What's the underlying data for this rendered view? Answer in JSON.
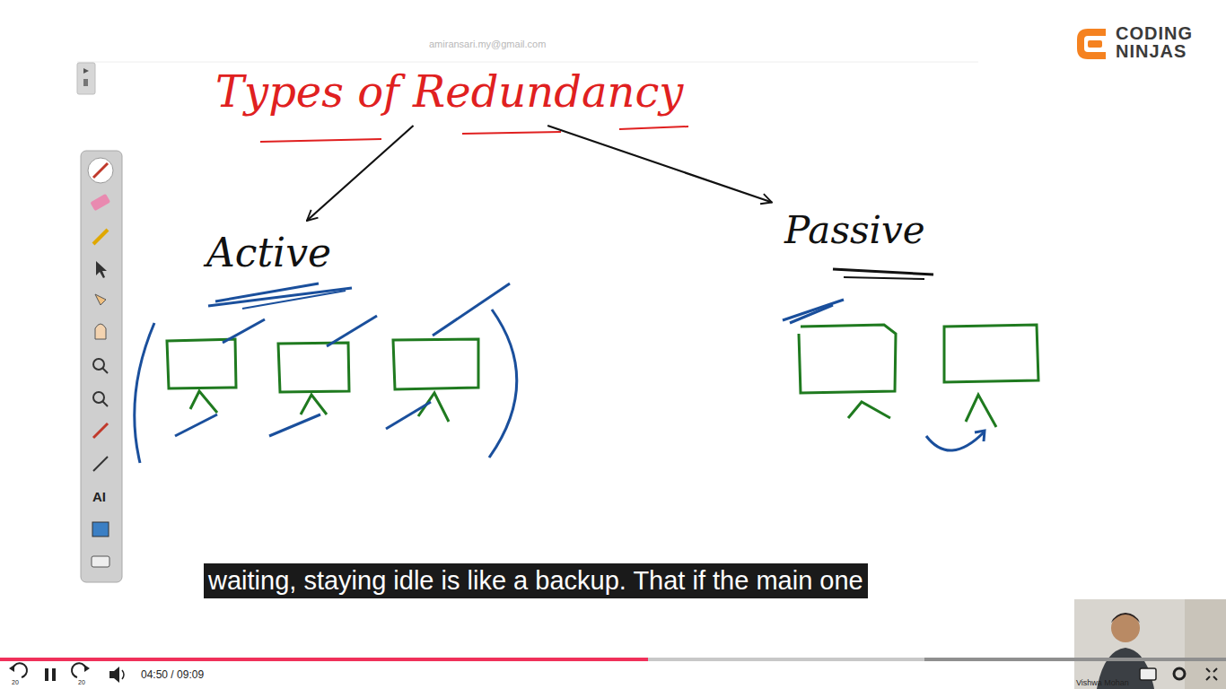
{
  "diagram": {
    "nodes": [
      {
        "text": [
          "Types of Redundancy"
        ]
      },
      {
        "text": [
          "Active"
        ]
      },
      {
        "text": [
          "Passive"
        ]
      }
    ],
    "edges": [
      {
        "from": 0,
        "to": 1,
        "arrow": "to"
      },
      {
        "from": 0,
        "to": 2,
        "arrow": "to"
      }
    ],
    "labels": [
      "amiransari.my@gmail.com",
      "CODING",
      "NINJAS",
      "AI",
      "waiting, staying idle is like a backup. That if the main one",
      "20",
      "20",
      "04:50 / 09:09",
      "Vishwa Mohan"
    ]
  }
}
